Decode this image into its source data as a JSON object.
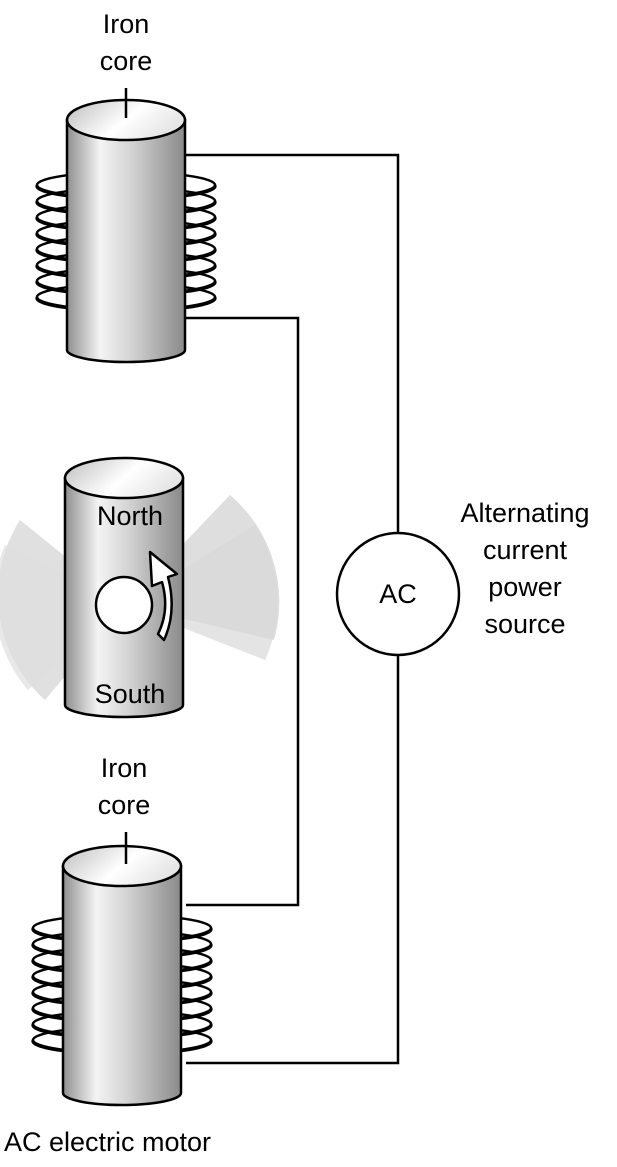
{
  "labels": {
    "top_core": [
      "Iron",
      "core"
    ],
    "rotor_north": "North",
    "rotor_south": "South",
    "source_symbol": "AC",
    "source_desc": [
      "Alternating",
      "current",
      "power",
      "source"
    ],
    "bottom_core": [
      "Iron",
      "core"
    ],
    "caption": "AC electric motor"
  },
  "icons": {
    "rotation": "curved-arrow-icon",
    "shaft": "circle-shaft-icon"
  },
  "colors": {
    "line": "#000000",
    "cylinder_light": "#ffffff",
    "cylinder_dark": "#8f8f8f",
    "fan_shade": "#cfcfcf"
  }
}
